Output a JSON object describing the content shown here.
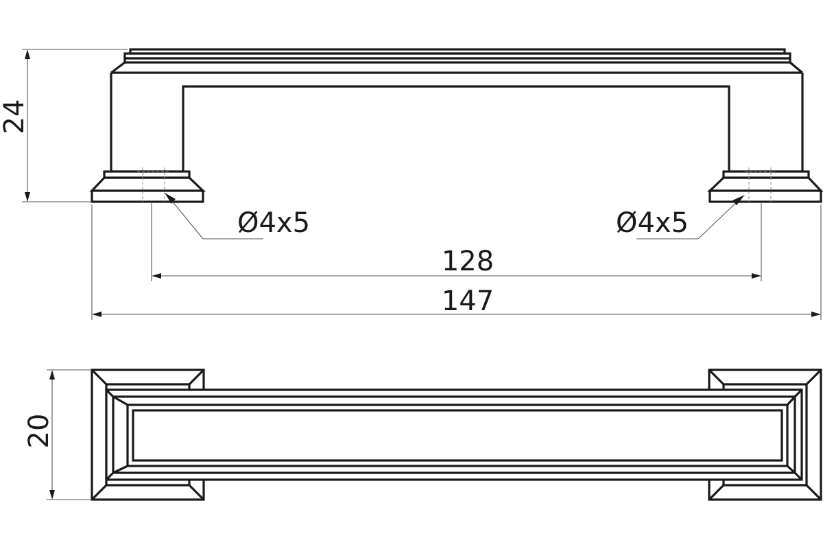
{
  "dimensions": {
    "height_side": "24",
    "height_top": "20",
    "hole_spacing": "128",
    "overall_length": "147",
    "hole_left": "Ø4x5",
    "hole_right": "Ø4x5"
  }
}
